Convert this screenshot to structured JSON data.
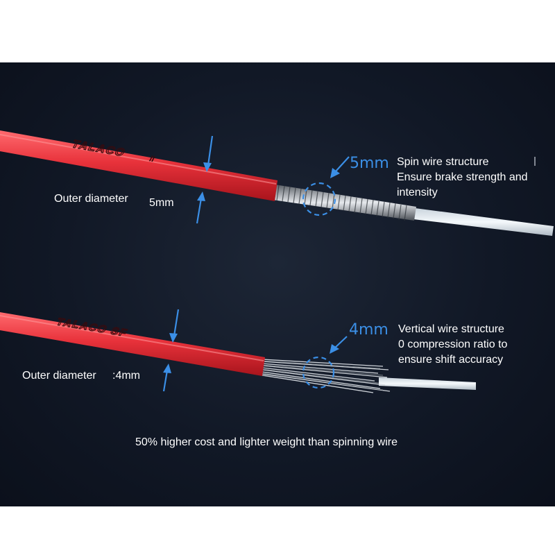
{
  "cable_top": {
    "brand_mark": "TALACO",
    "outer_label": "Outer diameter",
    "outer_value": "5mm",
    "zoom_size": "5mm",
    "feature_lines": [
      "Spin wire structure",
      "Ensure brake strength and",
      "intensity"
    ]
  },
  "cable_bottom": {
    "brand_mark": "TALACO SF",
    "outer_label": "Outer diameter",
    "outer_value": ":4mm",
    "zoom_size": "4mm",
    "feature_lines": [
      "Vertical wire structure",
      "0 compression ratio to",
      "ensure shift accuracy"
    ]
  },
  "footer_note": "50% higher cost and lighter weight than spinning wire",
  "colors": {
    "housing": "#e8323b",
    "accent": "#3b8fe6",
    "background": "#111826",
    "liner": "#e6eef5"
  }
}
